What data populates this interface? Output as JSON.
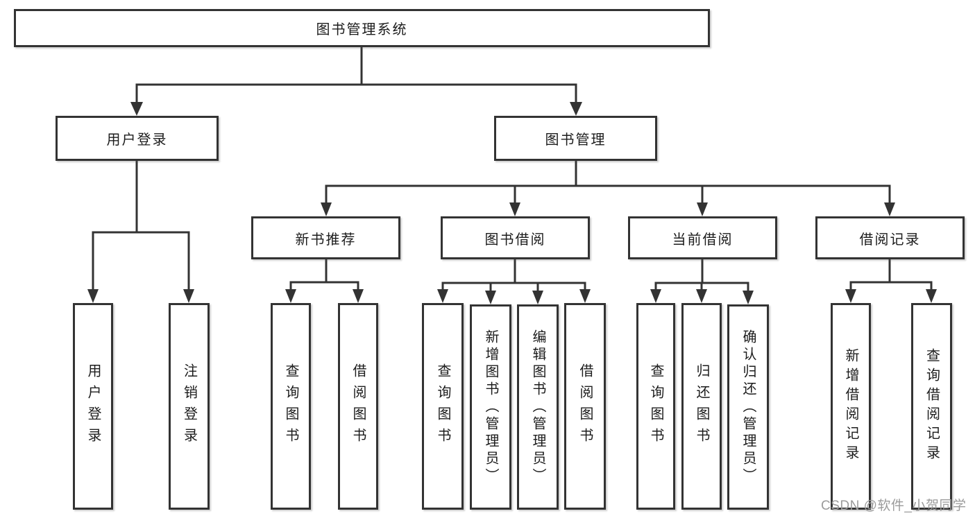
{
  "diagram": {
    "root": "图书管理系统",
    "level2": {
      "user_login": "用户登录",
      "book_mgmt": "图书管理"
    },
    "level3": {
      "new_books": "新书推荐",
      "book_borrow": "图书借阅",
      "current_borrow": "当前借阅",
      "borrow_records": "借阅记录"
    },
    "leaves": {
      "user_login": "用户登录",
      "logout": "注销登录",
      "nb_query": "查询图书",
      "nb_borrow": "借阅图书",
      "bb_query": "查询图书",
      "bb_add": "新增图书（管理员）",
      "bb_edit": "编辑图书（管理员）",
      "bb_borrow": "借阅图书",
      "cb_query": "查询图书",
      "cb_return": "归还图书",
      "cb_confirm": "确认归还（管理员）",
      "rec_add": "新增借阅记录",
      "rec_query": "查询借阅记录"
    },
    "line_color": "#333333"
  },
  "watermark": "CSDN @软件_小贺同学"
}
